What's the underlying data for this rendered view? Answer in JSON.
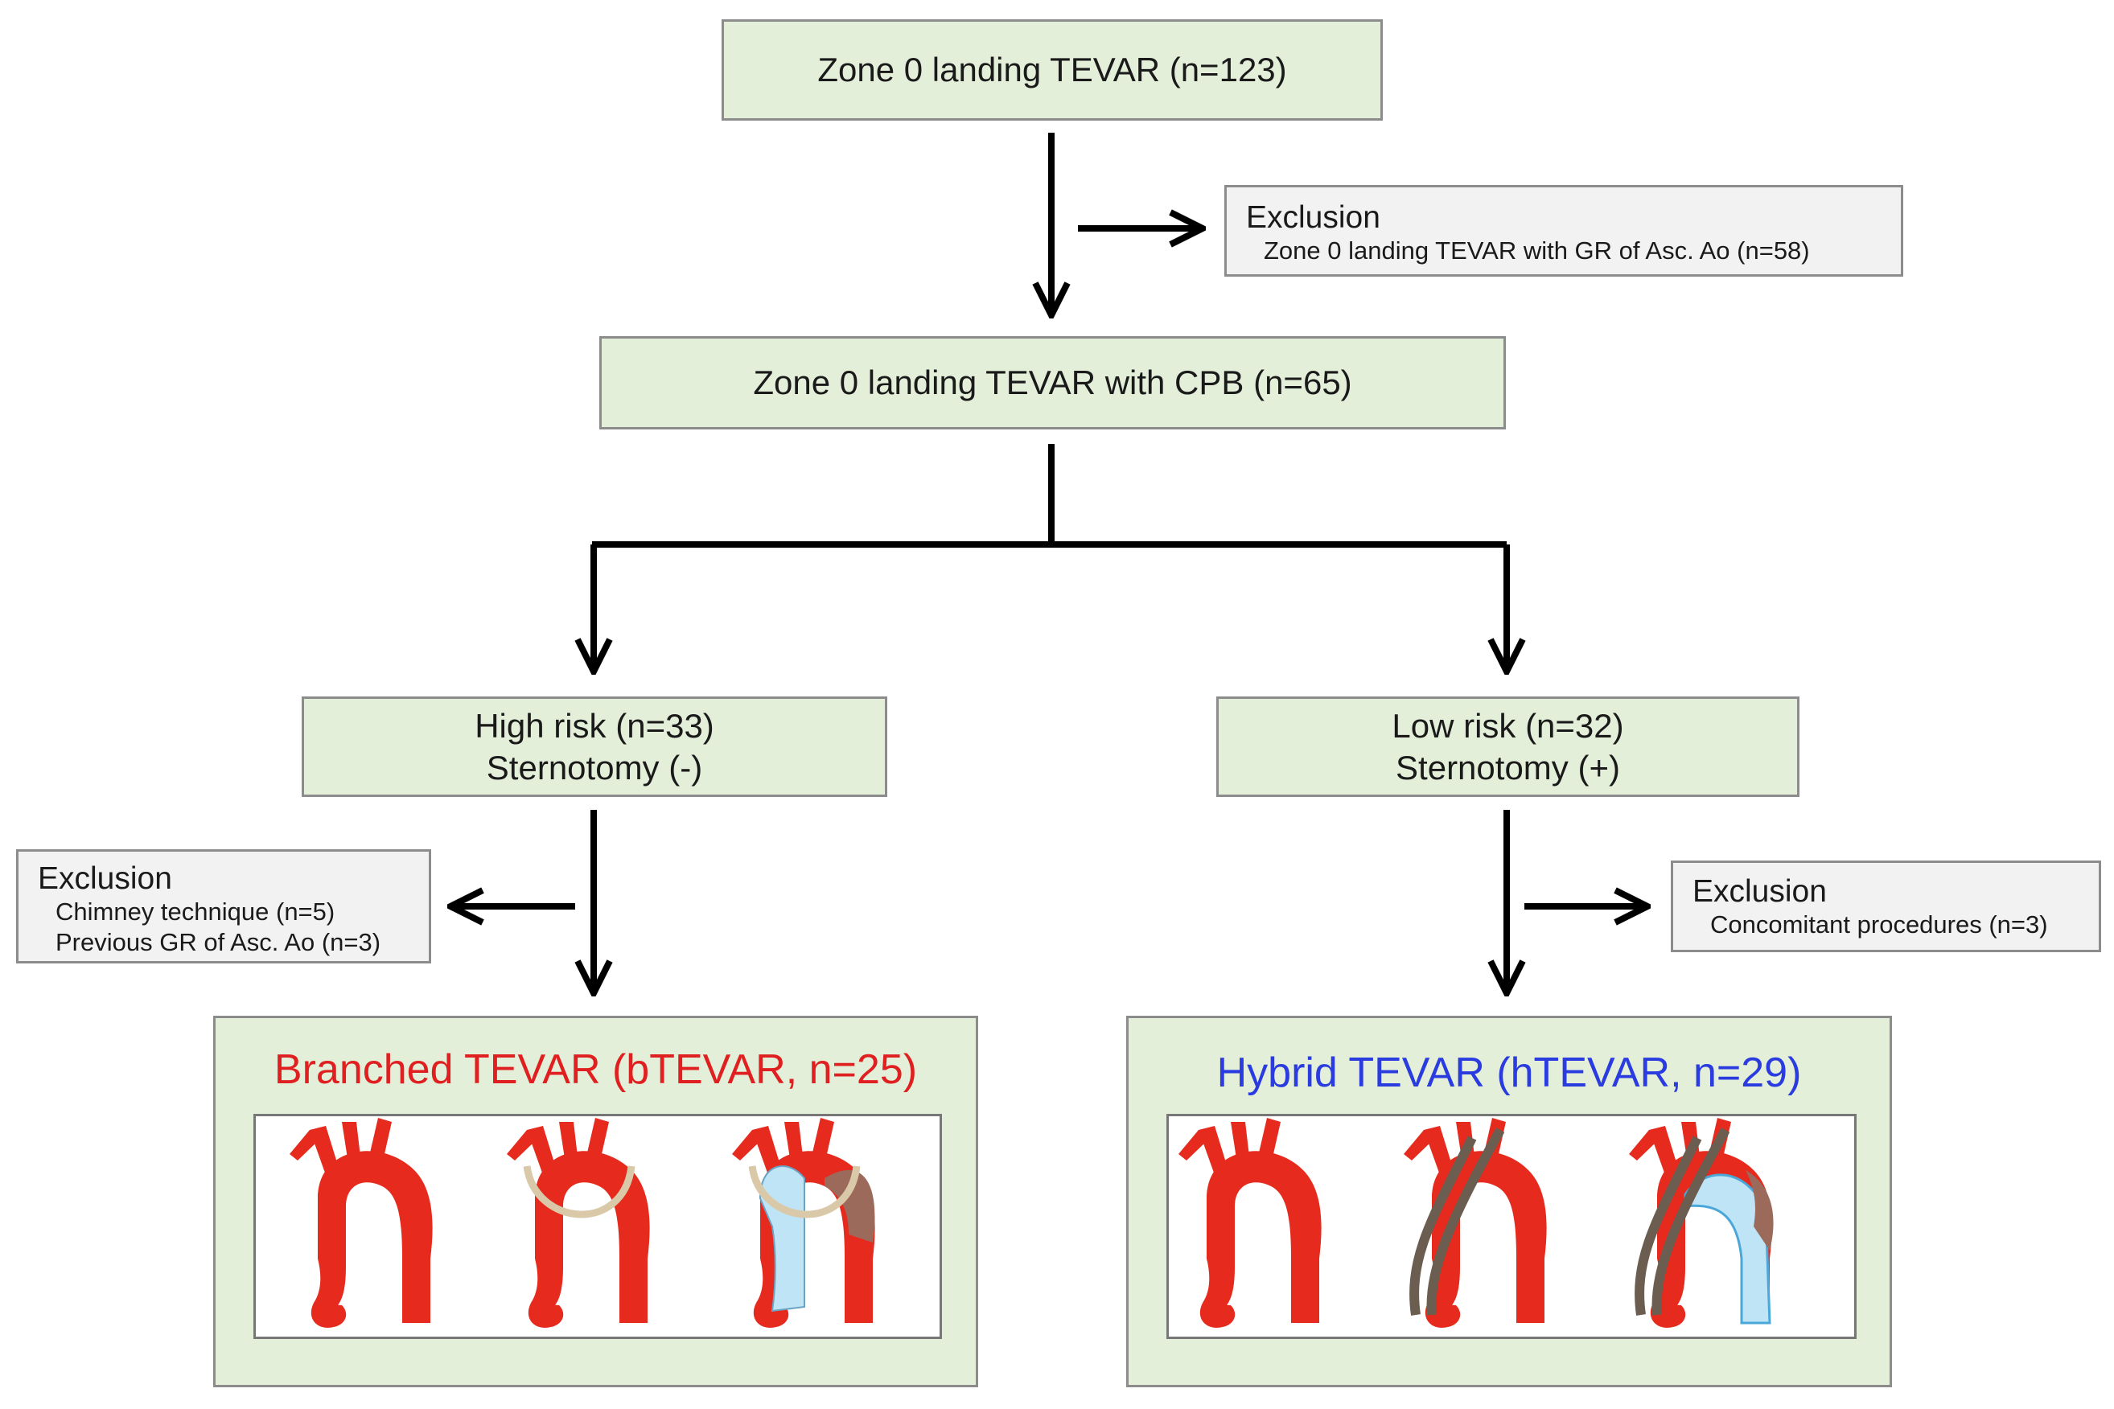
{
  "top_box": {
    "text": "Zone 0 landing TEVAR (n=123)"
  },
  "exclusion_1": {
    "title": "Exclusion",
    "items": [
      "Zone 0 landing TEVAR with  GR of Asc. Ao (n=58)"
    ]
  },
  "cpb_box": {
    "text": "Zone 0 landing TEVAR with CPB (n=65)"
  },
  "high_risk": {
    "line1": "High risk (n=33)",
    "line2": "Sternotomy (-)"
  },
  "low_risk": {
    "line1": "Low risk (n=32)",
    "line2": "Sternotomy (+)"
  },
  "exclusion_left": {
    "title": "Exclusion",
    "items": [
      "Chimney technique (n=5)",
      "Previous GR of Asc. Ao (n=3)"
    ]
  },
  "exclusion_right": {
    "title": "Exclusion",
    "items": [
      "Concomitant procedures (n=3)"
    ]
  },
  "branched": {
    "title": "Branched TEVAR (bTEVAR, n=25)",
    "color": "#e02020"
  },
  "hybrid": {
    "title": "Hybrid TEVAR (hTEVAR, n=29)",
    "color": "#2a3be0"
  },
  "colors": {
    "box_fill": "#e3efd9",
    "exclusion_fill": "#f2f2f2",
    "aorta_red": "#e62a1e",
    "graft_blue": "#bfe4f5",
    "aneurysm_brown": "#9b6a5a"
  }
}
